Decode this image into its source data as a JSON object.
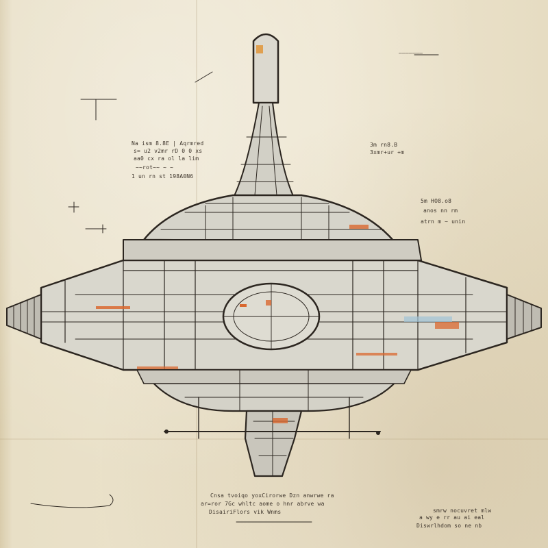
{
  "image": {
    "description_visible_text_only": true
  },
  "palette": {
    "paper": "#ece3cd",
    "ink": "#2c2620",
    "hull_fill": "#d8d6cc",
    "accent_orange": "#d9682f",
    "accent_blue": "#9fc3d6"
  },
  "annotations": {
    "top_right_note": "———————",
    "left_note_lines": [
      "Na ism 8.8E | Aqrmred",
      "s= u2 v2mr rD 0 0 xs",
      "aa0 cx ra ol la lim",
      "~~rot~~ ~ ~",
      "1 un rn st 198A0N6"
    ],
    "right_note_lines": [
      "3m rn8.B",
      "3xmr+ur +m"
    ],
    "right_mid_note_lines": [
      "5m HO8.o8",
      "anos nn rm",
      "atrn m ~ unin"
    ],
    "bottom_center_lines": [
      "Cnsa tvoiqo yoxCirorwe  Dzn  anwrwe ra",
      "ar=ror 7Gc  whltc  aome o hnr abrve wa",
      "DisairiFlors vik Wnms"
    ],
    "bottom_right_lines": [
      "smrw  nocuvret mlw",
      "a wy e rr au ai eal",
      "Diswrlhdom so ne nb"
    ]
  }
}
